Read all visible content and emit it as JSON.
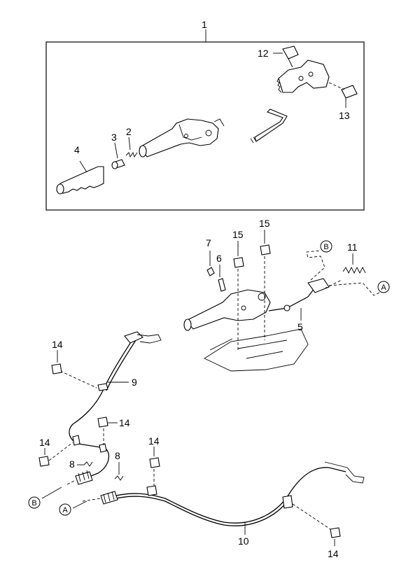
{
  "callouts": {
    "c1": "1",
    "c2": "2",
    "c3": "3",
    "c4": "4",
    "c5": "5",
    "c6": "6",
    "c7": "7",
    "c8a": "8",
    "c8b": "8",
    "c9": "9",
    "c10": "10",
    "c11": "11",
    "c12": "12",
    "c13": "13",
    "c14a": "14",
    "c14b": "14",
    "c14c": "14",
    "c14d": "14",
    "c14e": "14",
    "c15a": "15",
    "c15b": "15"
  },
  "connectors": {
    "a_right": "A",
    "b_right": "B",
    "a_left": "A",
    "b_left": "B"
  }
}
